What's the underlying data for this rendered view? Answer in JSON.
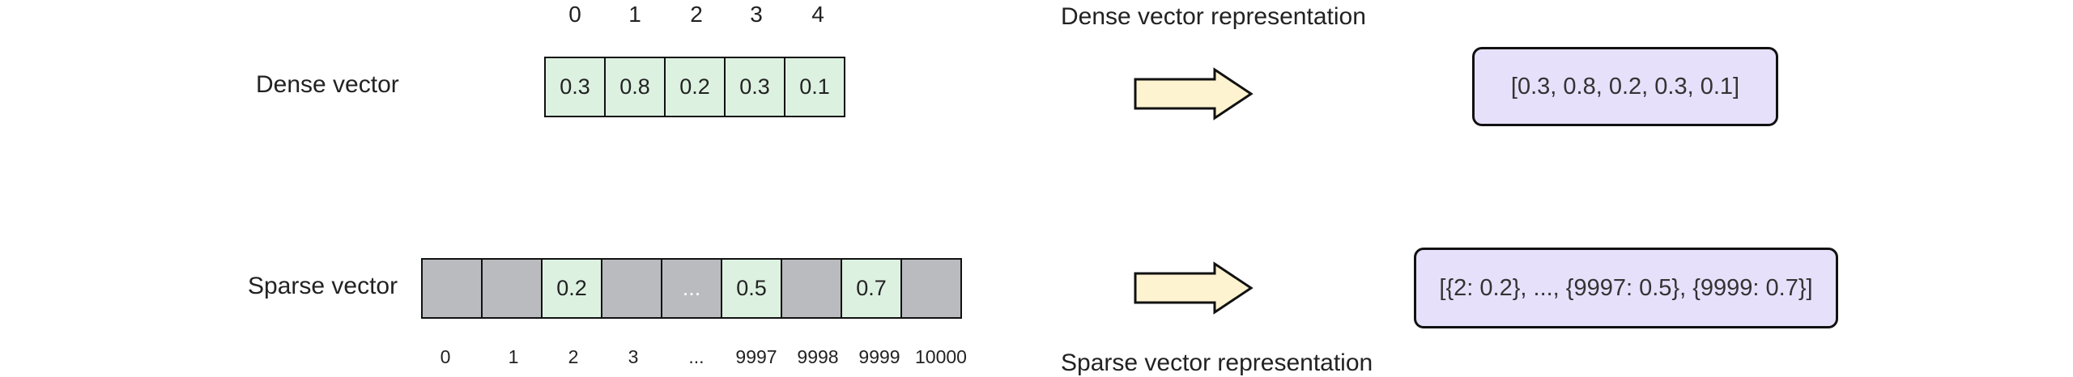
{
  "dense": {
    "label": "Dense vector",
    "indices": [
      "0",
      "1",
      "2",
      "3",
      "4"
    ],
    "cells": [
      {
        "value": "0.3",
        "kind": "green"
      },
      {
        "value": "0.8",
        "kind": "green"
      },
      {
        "value": "0.2",
        "kind": "green"
      },
      {
        "value": "0.3",
        "kind": "green"
      },
      {
        "value": "0.1",
        "kind": "green"
      }
    ],
    "representation_title": "Dense vector representation",
    "representation": "[0.3, 0.8, 0.2, 0.3, 0.1]"
  },
  "sparse": {
    "label": "Sparse vector",
    "indices": [
      "0",
      "1",
      "2",
      "3",
      "...",
      "9997",
      "9998",
      "9999",
      "10000"
    ],
    "cells": [
      {
        "value": "",
        "kind": "gray"
      },
      {
        "value": "",
        "kind": "gray"
      },
      {
        "value": "0.2",
        "kind": "green"
      },
      {
        "value": "",
        "kind": "gray"
      },
      {
        "value": "...",
        "kind": "gray"
      },
      {
        "value": "0.5",
        "kind": "green"
      },
      {
        "value": "",
        "kind": "gray"
      },
      {
        "value": "0.7",
        "kind": "green"
      },
      {
        "value": "",
        "kind": "gray"
      }
    ],
    "representation_title": "Sparse vector representation",
    "representation": "[{2: 0.2}, ..., {9997: 0.5}, {9999: 0.7}]"
  },
  "colors": {
    "nonzero_cell": "#ddf1e1",
    "empty_cell": "#b9bbbf",
    "arrow_fill": "#fdf3d0",
    "representation_box": "#e7e0fb"
  }
}
